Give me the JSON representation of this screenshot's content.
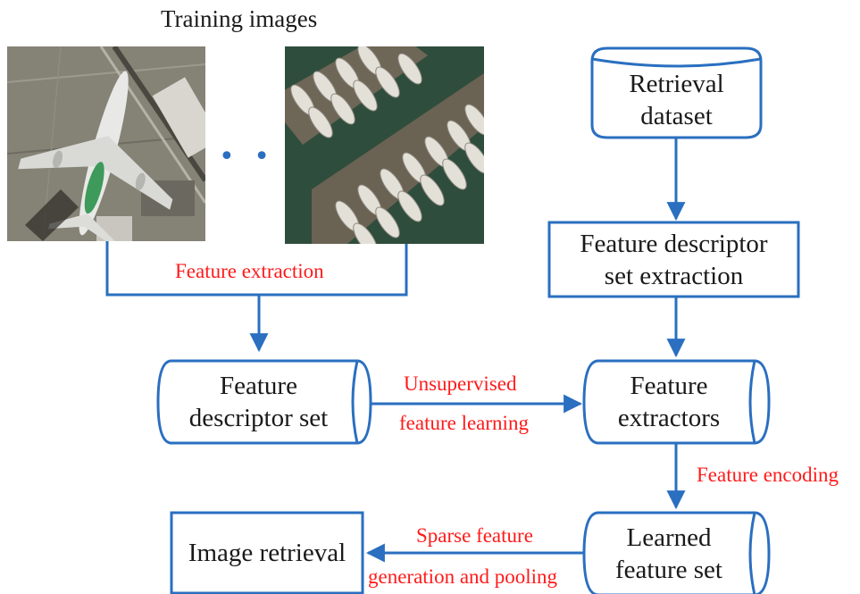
{
  "title": "Training images",
  "ellipsis": "• • •",
  "nodes": {
    "retrieval_dataset": "Retrieval\ndataset",
    "feature_descriptor_set_extraction": "Feature descriptor\nset extraction",
    "feature_descriptor_set": "Feature\ndescriptor set",
    "feature_extractors": "Feature\nextractors",
    "learned_feature_set": "Learned\nfeature set",
    "image_retrieval": "Image retrieval"
  },
  "edge_labels": {
    "feature_extraction": "Feature extraction",
    "unsupervised_1": "Unsupervised",
    "unsupervised_2": "feature learning",
    "feature_encoding": "Feature encoding",
    "sparse_1": "Sparse feature",
    "sparse_2": "generation and pooling"
  },
  "images": [
    {
      "icon": "airplane-aerial-image"
    },
    {
      "icon": "boats-harbor-aerial-image"
    }
  ],
  "colors": {
    "stroke": "#2a6fc0",
    "label_red": "#ff1a1a",
    "text": "#1a1a1a"
  }
}
